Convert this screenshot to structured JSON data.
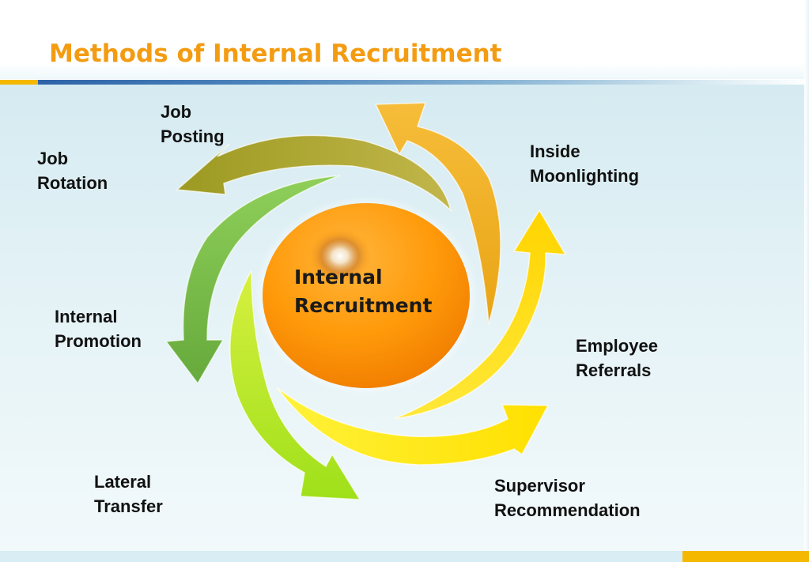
{
  "slide": {
    "title": "Methods of Internal Recruitment"
  },
  "center": {
    "line1": "Internal",
    "line2": "Recruitment"
  },
  "methods": [
    {
      "line1": "Job",
      "line2": "Posting"
    },
    {
      "line1": "Inside",
      "line2": "Moonlighting"
    },
    {
      "line1": "Employee",
      "line2": "Referrals"
    },
    {
      "line1": "Supervisor",
      "line2": "Recommendation"
    },
    {
      "line1": "Lateral",
      "line2": "Transfer"
    },
    {
      "line1": "Internal",
      "line2": "Promotion"
    },
    {
      "line1": "Job",
      "line2": "Rotation"
    }
  ],
  "colors": {
    "title": "#f39c12",
    "center_circle": "#ff9408",
    "arrow_olive": "#a8a42a",
    "arrow_orange": "#f0b020",
    "arrow_yellow": "#ffe21a",
    "arrow_yellow_lower": "#fff01c",
    "arrow_lime": "#b2e81e",
    "arrow_green": "#7bbf48",
    "accent_bar": "#f5b800",
    "rule_blue": "#2e63a8"
  }
}
